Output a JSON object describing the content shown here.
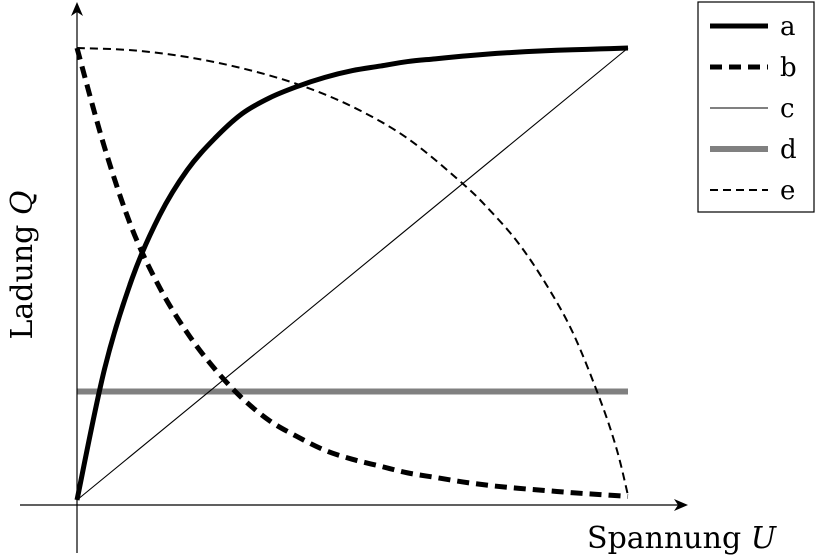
{
  "chart_data": {
    "type": "line",
    "title": "",
    "xlabel": {
      "text": "Spannung",
      "variable": "U"
    },
    "ylabel": {
      "text": "Ladung",
      "variable": "Q"
    },
    "xlim": [
      0,
      1
    ],
    "ylim": [
      0,
      1
    ],
    "ticks": false,
    "grid": false,
    "legend_position": "top-right",
    "series": [
      {
        "name": "a",
        "style": "solid-thick",
        "color": "#000000",
        "x": [
          0,
          0.05,
          0.1,
          0.15,
          0.2,
          0.25,
          0.3,
          0.35,
          0.4,
          0.45,
          0.5,
          0.55,
          0.6,
          0.65,
          0.7,
          0.75,
          0.8,
          0.85,
          0.9,
          0.95,
          1.0
        ],
        "y": [
          0,
          0.29,
          0.49,
          0.63,
          0.73,
          0.8,
          0.855,
          0.89,
          0.915,
          0.935,
          0.95,
          0.96,
          0.97,
          0.976,
          0.982,
          0.987,
          0.991,
          0.994,
          0.996,
          0.998,
          1.0
        ]
      },
      {
        "name": "b",
        "style": "dashed-thick",
        "color": "#000000",
        "x": [
          0,
          0.05,
          0.1,
          0.15,
          0.2,
          0.25,
          0.3,
          0.35,
          0.4,
          0.45,
          0.5,
          0.55,
          0.6,
          0.65,
          0.7,
          0.75,
          0.8,
          0.85,
          0.9,
          0.95,
          1.0
        ],
        "y": [
          1.0,
          0.78,
          0.6,
          0.47,
          0.37,
          0.29,
          0.225,
          0.175,
          0.14,
          0.11,
          0.09,
          0.075,
          0.06,
          0.05,
          0.04,
          0.032,
          0.026,
          0.021,
          0.016,
          0.012,
          0.008
        ]
      },
      {
        "name": "c",
        "style": "solid-thin",
        "color": "#000000",
        "x": [
          0,
          1
        ],
        "y": [
          0,
          1
        ]
      },
      {
        "name": "d",
        "style": "solid-gray",
        "color": "#808080",
        "x": [
          0,
          1
        ],
        "y": [
          0.24,
          0.24
        ]
      },
      {
        "name": "e",
        "style": "dashed-thin",
        "color": "#000000",
        "x": [
          0,
          0.1,
          0.2,
          0.3,
          0.4,
          0.5,
          0.6,
          0.7,
          0.75,
          0.8,
          0.85,
          0.9,
          0.95,
          0.98,
          1.0
        ],
        "y": [
          1.0,
          0.995,
          0.98,
          0.955,
          0.92,
          0.87,
          0.8,
          0.7,
          0.64,
          0.57,
          0.48,
          0.37,
          0.22,
          0.11,
          0.01
        ]
      }
    ]
  }
}
